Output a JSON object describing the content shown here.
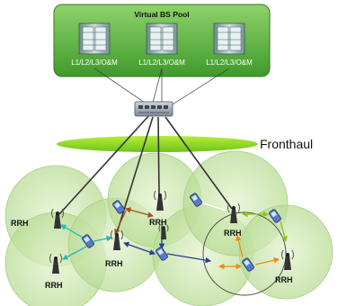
{
  "pool": {
    "title": "Virtual BS Pool",
    "servers": [
      {
        "label": "L1/L2/L3/O&M"
      },
      {
        "label": "L1/L2/L3/O&M"
      },
      {
        "label": "L1/L2/L3/O&M"
      }
    ]
  },
  "fronthaul": {
    "label": "Fronthaul"
  },
  "rrh_label": "RRH",
  "colors": {
    "pool_green": "#5cb85c",
    "fronthaul_green": "#8fd61e",
    "cell_fill": "#cfe8b0",
    "link_brown": "#a05020",
    "link_blue": "#2a3a9a",
    "link_cyan": "#2bb5b5",
    "link_orange": "#f08a10",
    "link_lime": "#8ac41c"
  }
}
